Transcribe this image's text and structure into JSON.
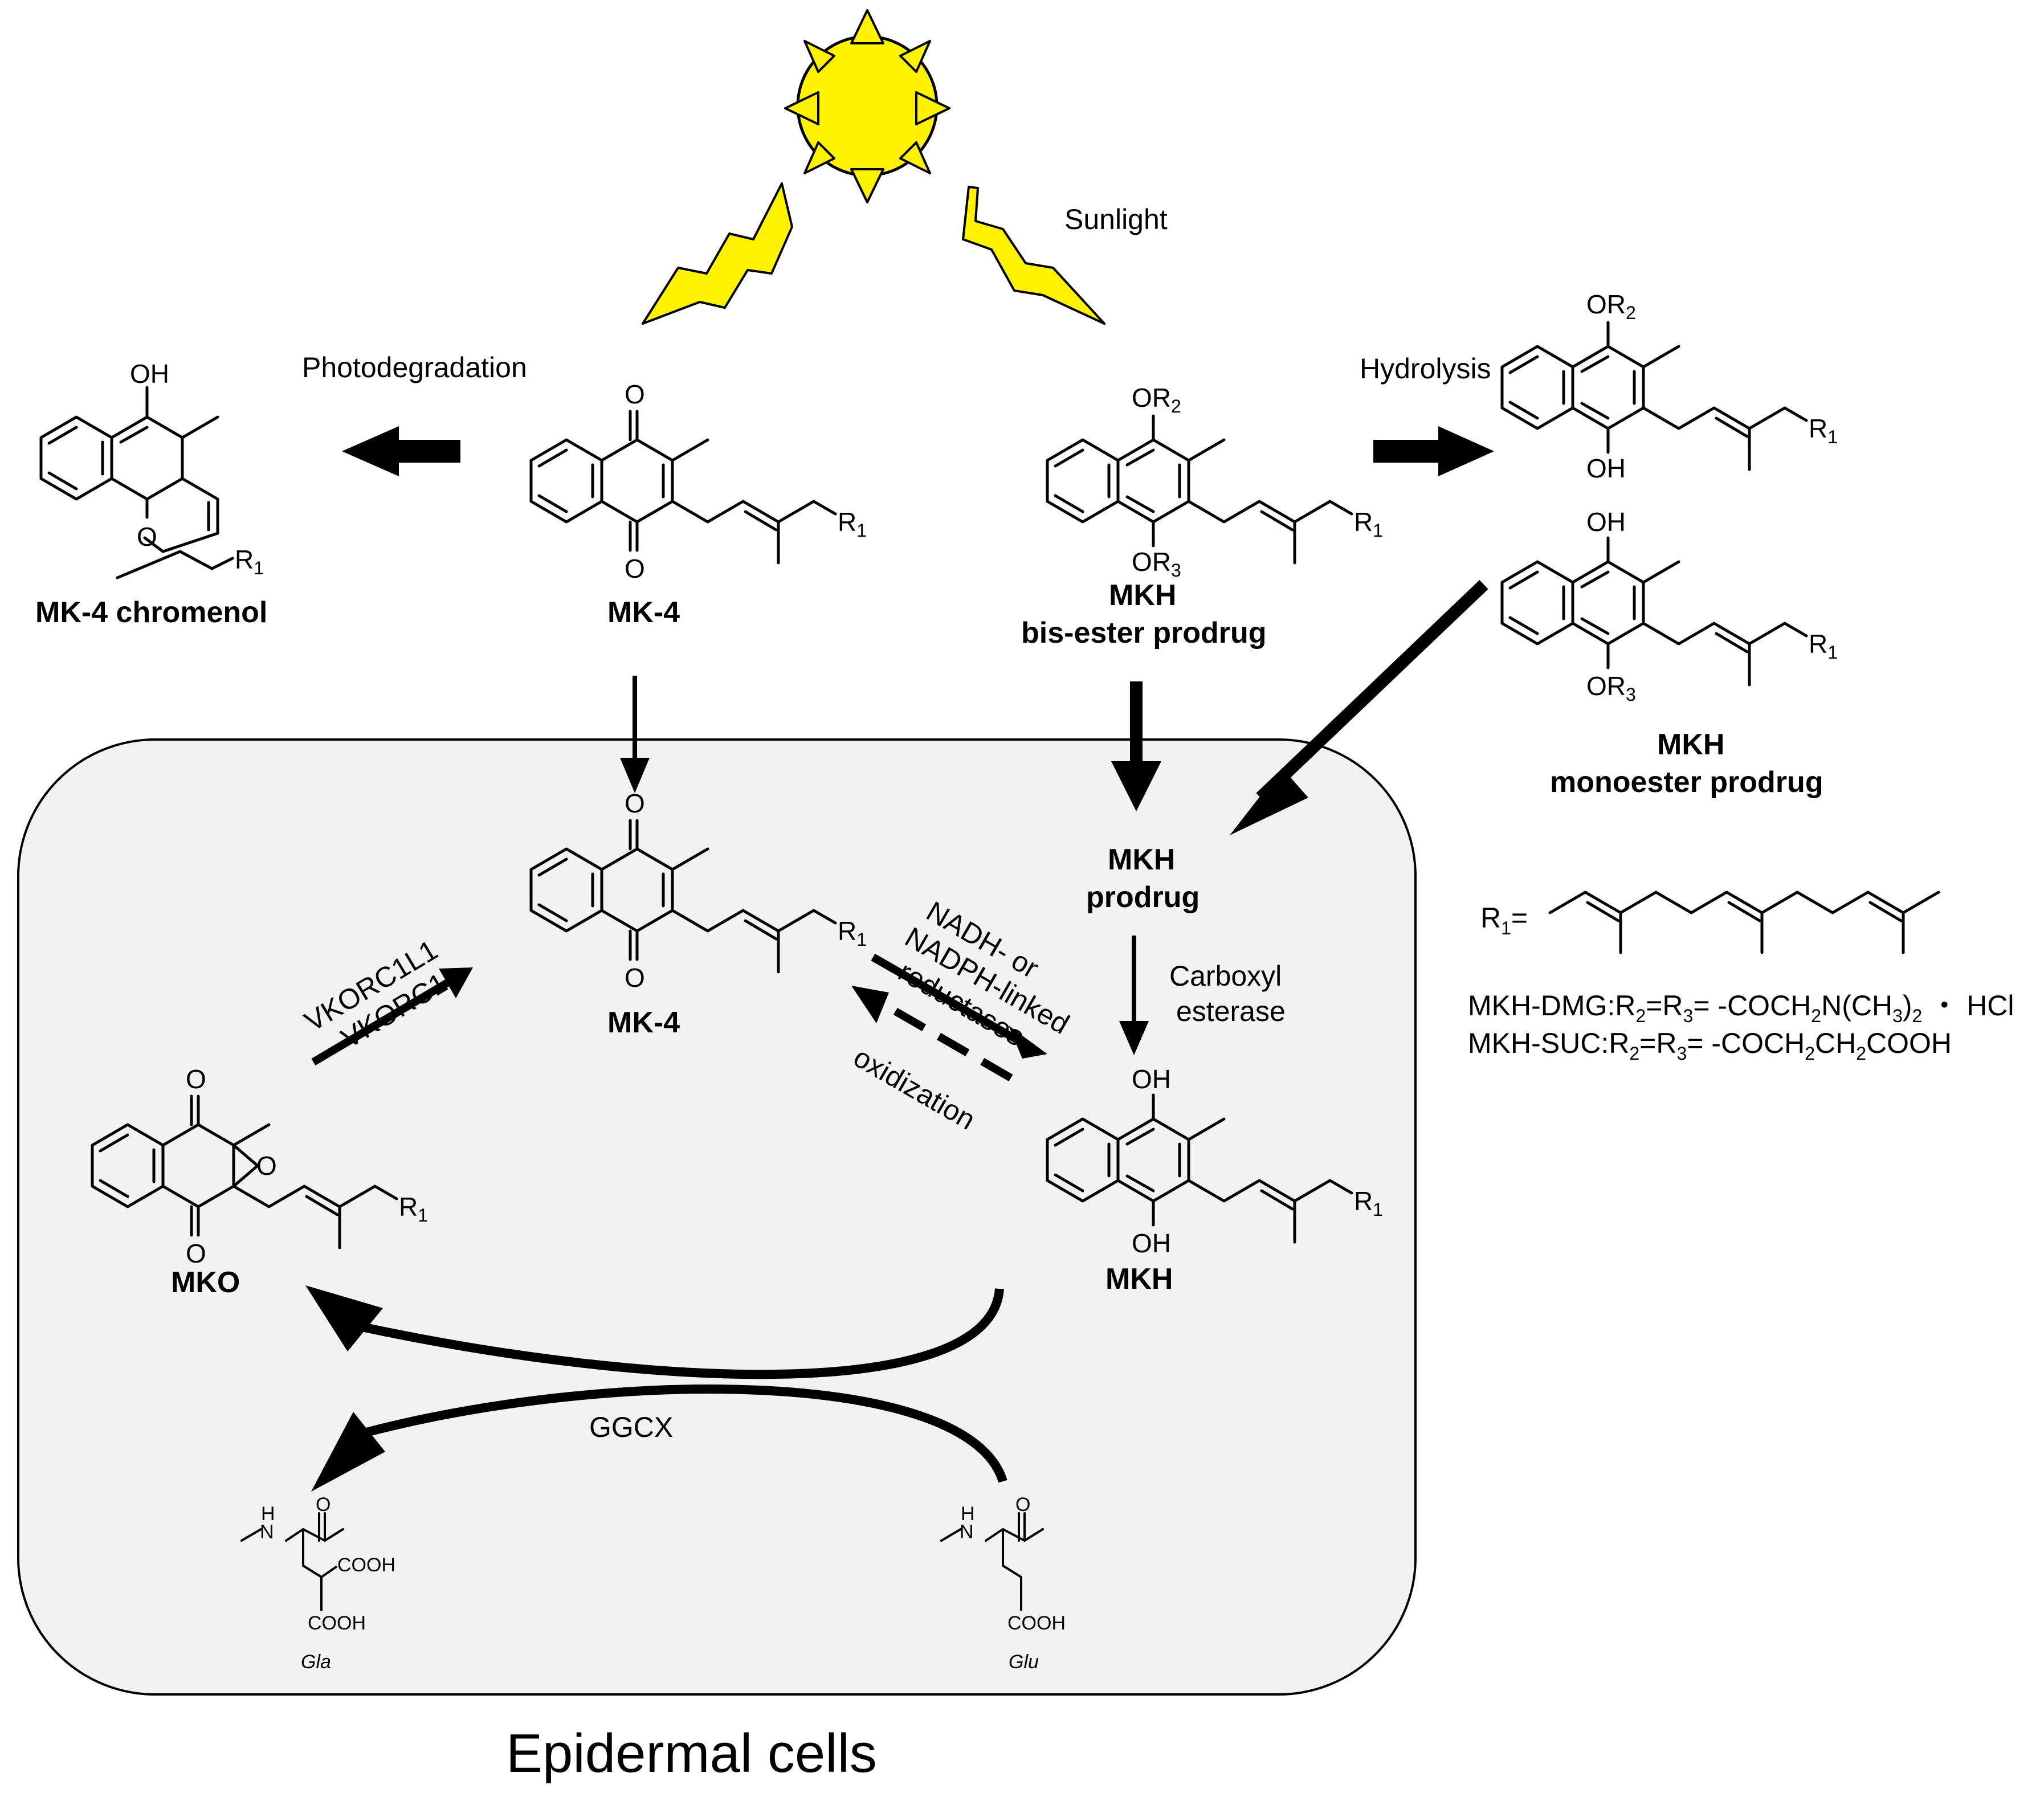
{
  "labels": {
    "sunlight": "Sunlight",
    "photodegradation": "Photodegradation",
    "hydrolysis": "Hydrolysis",
    "carboxyl": "Carboxyl",
    "esterase": "esterase",
    "ggcx": "GGCX",
    "epidermal": "Epidermal cells",
    "vkorc1l1": "VKORC1L1",
    "vkorc1": "VKORC1",
    "nadh": "NADH- or",
    "nadph": "NADPH-linked",
    "reductases": "reductases",
    "oxidization": "oxidization"
  },
  "compounds": {
    "chromenol": "MK-4 chromenol",
    "mk4_top": "MK-4",
    "mkh_top_1": "MKH",
    "mkh_top_2": "bis-ester prodrug",
    "mono_1": "MKH",
    "mono_2": "monoester prodrug",
    "mk4_cell": "MK-4",
    "mkh_prodrug_1": "MKH",
    "mkh_prodrug_2": "prodrug",
    "mko": "MKO",
    "mkh_cell": "MKH",
    "gla": "Gla",
    "glu": "Glu"
  },
  "atoms": {
    "OH": "OH",
    "O": "O",
    "OR": "OR",
    "R": "R",
    "N": "N",
    "H": "H",
    "COOH": "COOH",
    "sub1": "1",
    "sub2": "2",
    "sub3": "3"
  },
  "definitions": {
    "r1_prefix": "R",
    "r1_eq": "=",
    "dmg_a": "MKH-DMG:R",
    "dmg_b": "=R",
    "dmg_c": "= -COCH",
    "dmg_d": "N(CH",
    "dmg_e": ")",
    "dmg_f": " ・ HCl",
    "suc_a": "MKH-SUC:R",
    "suc_b": "=R",
    "suc_c": "= -COCH",
    "suc_d": "CH",
    "suc_e": "COOH"
  },
  "colors": {
    "sun": "#FFF200",
    "cell_fill": "#F2F2F2",
    "stroke": "#000000"
  }
}
